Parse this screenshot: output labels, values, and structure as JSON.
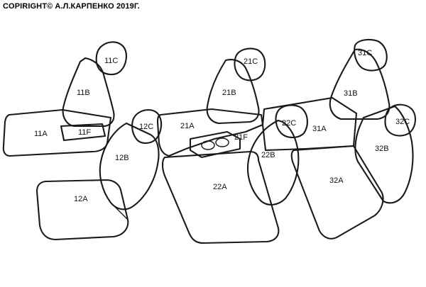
{
  "copyright": "COPIRIGHT© А.Л.КАРПЕНКО 2019Г.",
  "parts": {
    "p11C": "11C",
    "p11B": "11B",
    "p11A": "11A",
    "p11F": "11F",
    "p12C": "12C",
    "p12B": "12B",
    "p12A": "12A",
    "p21C": "21C",
    "p21B": "21B",
    "p21A": "21A",
    "p21F": "21F",
    "p22C": "22C",
    "p22B": "22B",
    "p22A": "22A",
    "p31C": "31C",
    "p31B": "31B",
    "p31A": "31A",
    "p32C": "32C",
    "p32B": "32B",
    "p32A": "32A"
  }
}
